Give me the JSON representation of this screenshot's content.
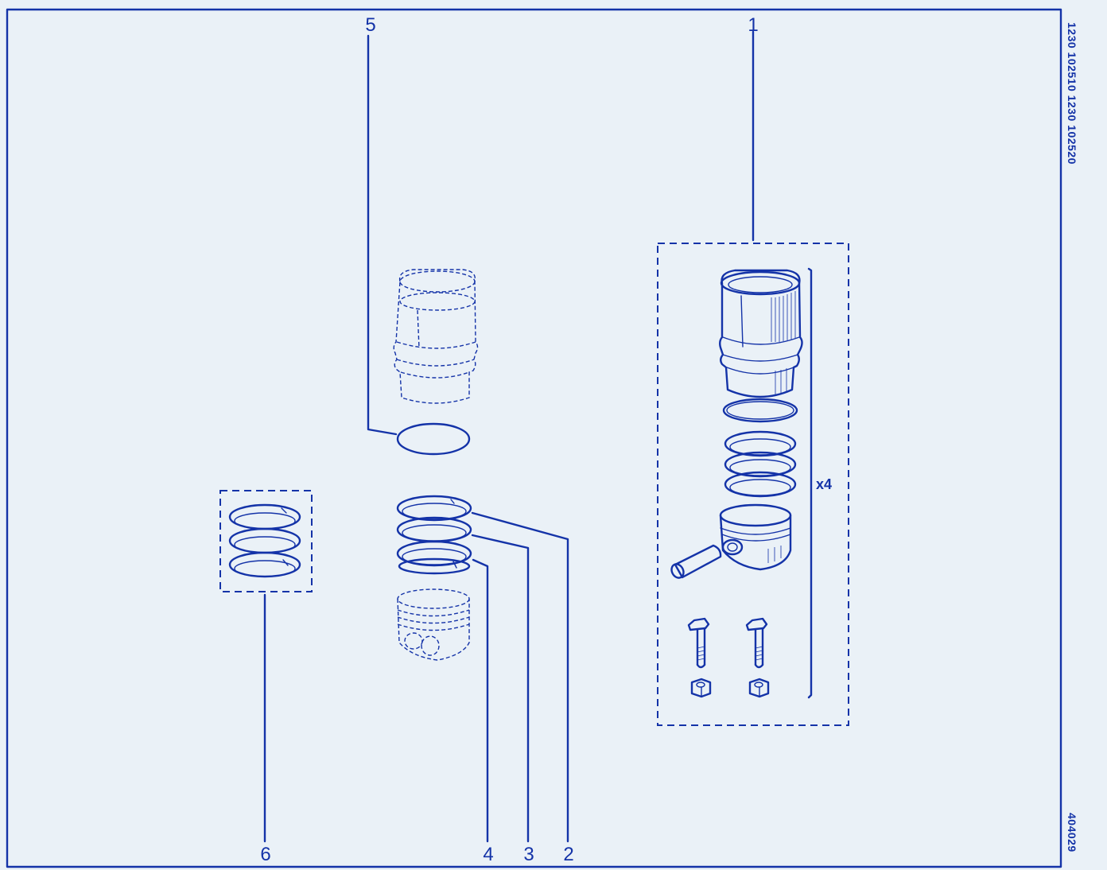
{
  "callouts": {
    "c1": "1",
    "c2": "2",
    "c3": "3",
    "c4": "4",
    "c5": "5",
    "c6": "6"
  },
  "kit_quantity": "x4",
  "reference_codes": "1230  102510  1230  102520",
  "drawing_number": "404029",
  "colors": {
    "ink": "#1433a8",
    "paper": "#eaf1f7"
  }
}
